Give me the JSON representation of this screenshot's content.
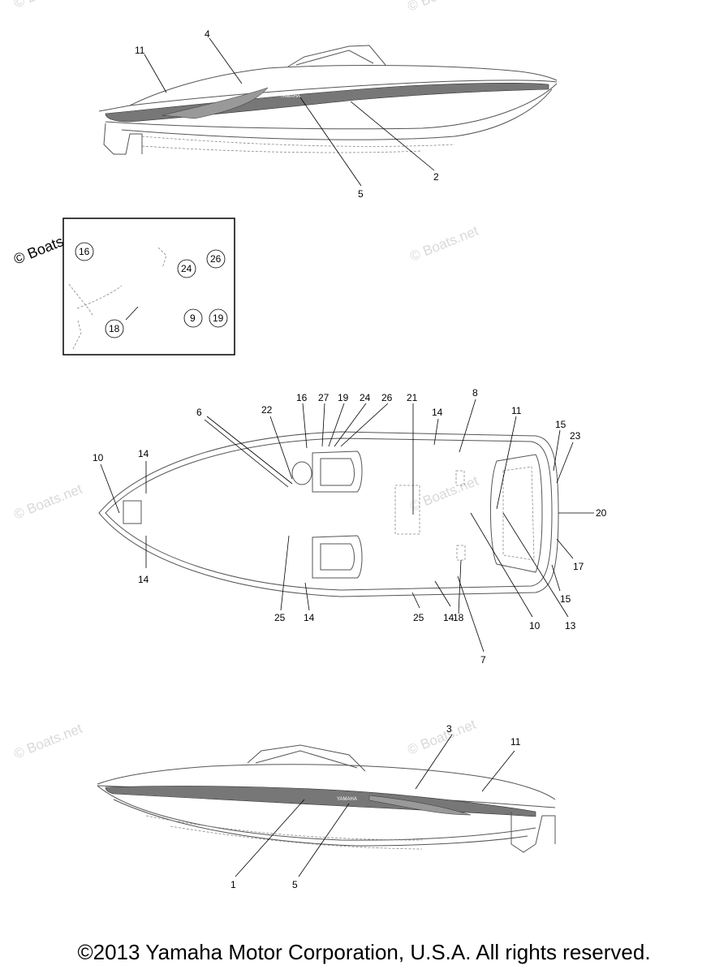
{
  "watermark": "© Boats.net",
  "copyright": "©2013 Yamaha Motor Corporation, U.S.A. All rights reserved.",
  "brand_text": "YAMAHA",
  "side_view_top": {
    "callouts": [
      "11",
      "4",
      "2",
      "5"
    ]
  },
  "inset": {
    "callouts": [
      "16",
      "24",
      "26",
      "18",
      "9",
      "19"
    ]
  },
  "top_view": {
    "callouts": [
      "10",
      "14",
      "6",
      "22",
      "16",
      "27",
      "19",
      "24",
      "26",
      "21",
      "14",
      "8",
      "11",
      "15",
      "23",
      "20",
      "17",
      "15",
      "13",
      "10",
      "7",
      "18",
      "14",
      "25",
      "14",
      "25",
      "14"
    ]
  },
  "side_view_bottom": {
    "callouts": [
      "3",
      "11",
      "1",
      "5"
    ]
  }
}
